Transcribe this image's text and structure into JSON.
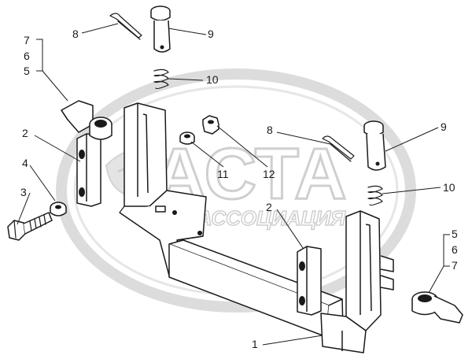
{
  "watermark": {
    "title": "АСТА",
    "subtitle": "АССОЦИАЦИЯ",
    "color": "#d8d8d8"
  },
  "callouts": {
    "c1": "1",
    "c2_left": "2",
    "c2_right": "2",
    "c3": "3",
    "c4": "4",
    "c5_left": "5",
    "c6_left": "6",
    "c7_left": "7",
    "c5_right": "5",
    "c6_right": "6",
    "c7_right": "7",
    "c8_top": "8",
    "c9_top": "9",
    "c10_top": "10",
    "c8_right": "8",
    "c9_right": "9",
    "c10_right": "10",
    "c11": "11",
    "c12": "12"
  }
}
